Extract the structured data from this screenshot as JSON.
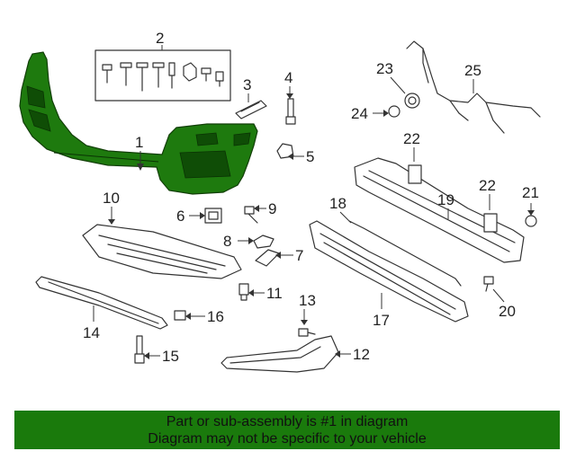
{
  "diagram": {
    "callouts": {
      "c1": "1",
      "c2": "2",
      "c3": "3",
      "c4": "4",
      "c5": "5",
      "c6": "6",
      "c7": "7",
      "c8": "8",
      "c9": "9",
      "c10": "10",
      "c11": "11",
      "c12": "12",
      "c13": "13",
      "c14": "14",
      "c15": "15",
      "c16": "16",
      "c17": "17",
      "c18": "18",
      "c19": "19",
      "c20": "20",
      "c21": "21",
      "c22a": "22",
      "c22b": "22",
      "c23": "23",
      "c24": "24",
      "c25": "25"
    },
    "colors": {
      "highlight_part": "#1e7a0e",
      "line": "#333333",
      "banner": "#1a7a0c"
    }
  },
  "footer": {
    "line1": "Part or sub-assembly is #1 in diagram",
    "line2": "Diagram may not be specific to your vehicle"
  }
}
